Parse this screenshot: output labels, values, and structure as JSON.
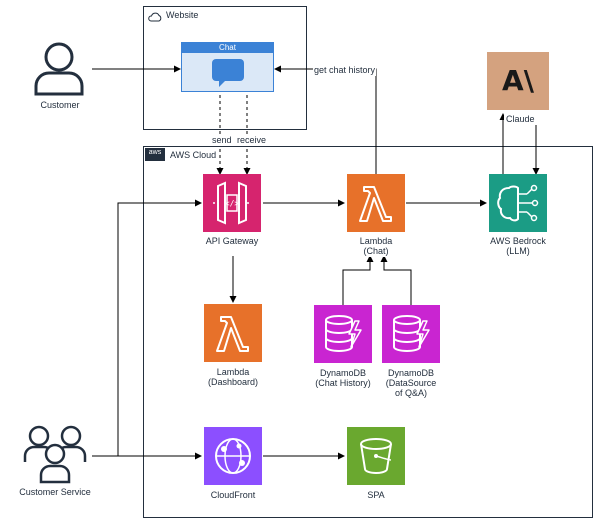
{
  "groups": {
    "website": "Website",
    "aws_cloud": "AWS Cloud",
    "aws_badge": "aws"
  },
  "nodes": {
    "customer": "Customer",
    "chat_window_title": "Chat",
    "api_gateway": "API Gateway",
    "lambda_chat": [
      "Lambda",
      "(Chat)"
    ],
    "aws_bedrock": [
      "AWS Bedrock",
      "(LLM)"
    ],
    "claude": "Claude",
    "claude_logo": "A\\",
    "lambda_dashboard": [
      "Lambda",
      "(Dashboard)"
    ],
    "dynamodb_chat_history": [
      "DynamoDB",
      "(Chat History)"
    ],
    "dynamodb_datasource": [
      "DynamoDB",
      "(DataSource",
      "of Q&A)"
    ],
    "customer_service": "Customer Service",
    "cloudfront": "CloudFront",
    "spa": "SPA"
  },
  "edges": {
    "get_chat_history": "get chat history",
    "send": "send",
    "receive": "receive"
  },
  "colors": {
    "api_gateway": "#d6246e",
    "lambda": "#e7712a",
    "bedrock": "#1b9c85",
    "dynamodb": "#c925d1",
    "cloudfront": "#8c4fff",
    "s3": "#6aa82f",
    "claude_bg": "#d4a27f",
    "chat_blue": "#3b82d6"
  }
}
